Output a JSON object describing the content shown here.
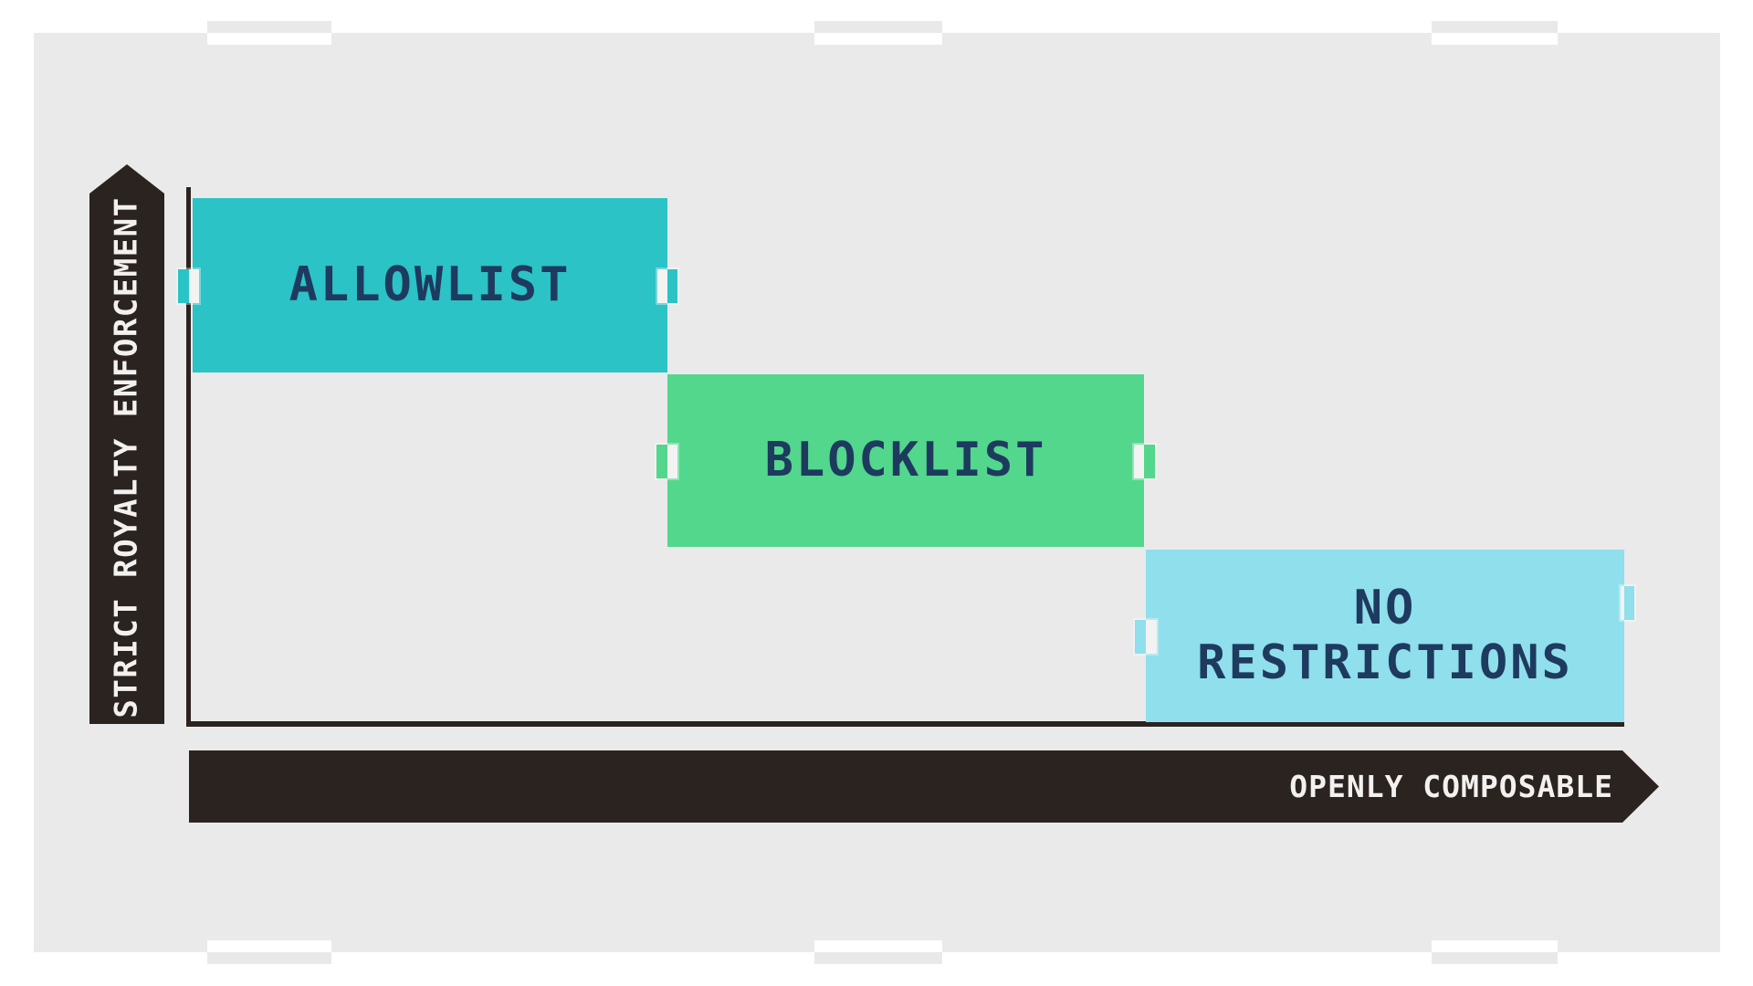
{
  "canvas": {
    "background": "#EAEAEA",
    "frame_color": "#FFFFFF"
  },
  "y_axis": {
    "label": "STRICT ROYALTY ENFORCEMENT",
    "arrow_color": "#2B2320",
    "text_color": "#F2F1EF"
  },
  "x_axis": {
    "label": "OPENLY COMPOSABLE",
    "arrow_color": "#2B2320",
    "text_color": "#F2F1EF"
  },
  "axis_line_color": "#2B2320",
  "label_text_color": "#1E3A5F",
  "handle_color": "#F3F3F3",
  "boxes": [
    {
      "label": "ALLOWLIST",
      "color": "#2BC3C6"
    },
    {
      "label": "BLOCKLIST",
      "color": "#52D78C"
    },
    {
      "label": "NO RESTRICTIONS",
      "color": "#8FDFEC"
    }
  ]
}
